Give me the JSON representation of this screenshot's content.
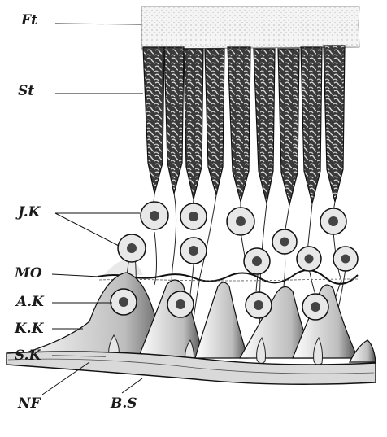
{
  "labels": {
    "ft": "Ft",
    "st": "St",
    "jk": "J.K",
    "mo": "MO",
    "ak": "A.K",
    "kk": "K.K",
    "sk": "S.K",
    "nf": "NF",
    "bs": "B.S"
  },
  "colors": {
    "ink": "#1a1a1a",
    "paper": "#ffffff",
    "shade": "#c8c8c8"
  }
}
